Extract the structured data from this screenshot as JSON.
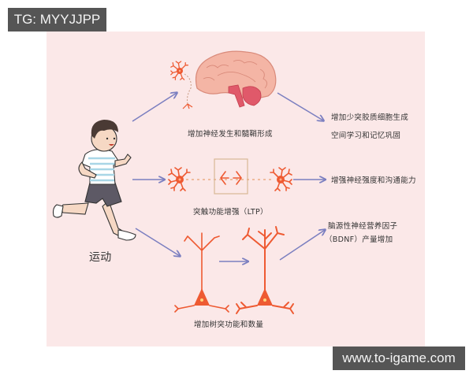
{
  "watermarks": {
    "top_left": "TG: MYYJJPP",
    "bottom_right": "www.to-igame.com"
  },
  "diagram": {
    "source_node": {
      "label": "运动",
      "icon": "running-boy-icon"
    },
    "stages": [
      {
        "id": "brain",
        "icon": "brain-icon",
        "caption": "增加神经发生和髓鞘形成",
        "outcome": [
          "增加少突胶质细胞生成",
          "空间学习和记忆巩固"
        ]
      },
      {
        "id": "synapse",
        "icon": "synapse-neurons-icon",
        "caption": "突触功能增强（LTP）",
        "outcome": [
          "增强神经强度和沟通能力"
        ]
      },
      {
        "id": "dendrite",
        "icon": "pyramidal-neuron-icon",
        "caption": "增加树突功能和数量",
        "outcome": [
          "脑源性神经营养因子",
          "（BDNF）产量增加"
        ]
      }
    ]
  },
  "colors": {
    "panel_bg": "#fbe8e8",
    "arrow": "#7b7fc0",
    "neuron": "#ee5a32",
    "brain": "#f4b5a5",
    "brainstem": "#e0596a",
    "watermark_bg": "#555555"
  }
}
